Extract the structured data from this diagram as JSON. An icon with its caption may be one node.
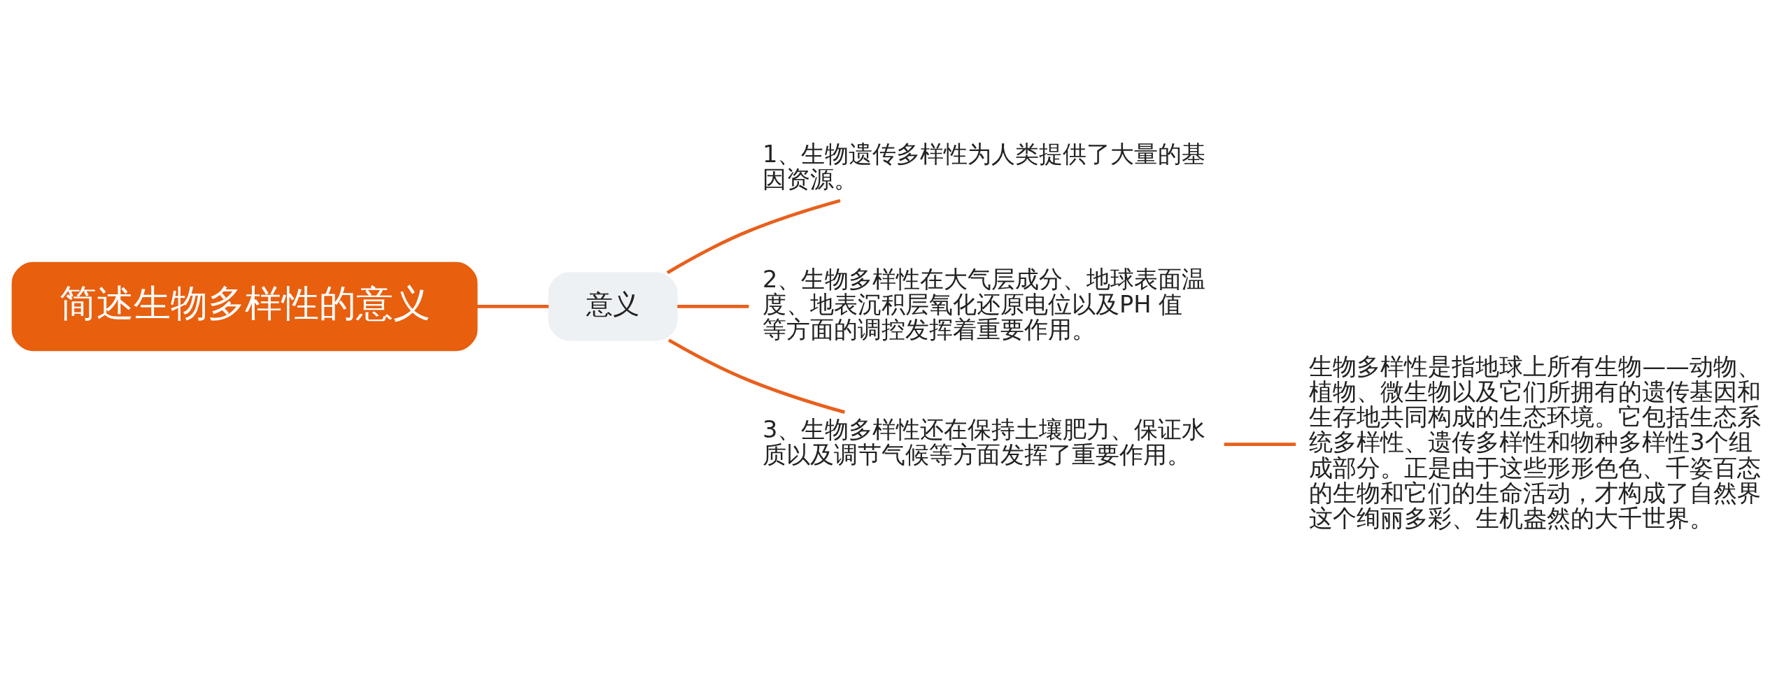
{
  "diagram": {
    "nodes": [
      {
        "text": [
          "简述生物多样性的意义"
        ]
      },
      {
        "text": [
          "意义"
        ]
      },
      {
        "text": [
          "1、生物遗传多样性为人类提供了大量的基因资源。"
        ]
      },
      {
        "text": [
          "2、生物多样性在大气层成分、地球表面温度、地表沉积层氧化还原电位以及PH 值等方面的调控发挥着重要作用。"
        ]
      },
      {
        "text": [
          "3、生物多样性还在保持土壤肥力、保证水质以及调节气候等方面发挥了重要作用。"
        ]
      },
      {
        "text": [
          "生物多样性是指地球上所有生物——动物、植物、微生物以及它们所拥有的遗传基因和生存地共同构成的生态环境。它包括生态系统多样性、遗传多样性和物种多样性3个组成部分。正是由于这些形形色色、千姿百态的生物和它们的生命活动，才构成了自然界这个绚丽多彩、生机盎然的大千世界。"
        ]
      }
    ],
    "edges": [
      {
        "from": 0,
        "to": 1,
        "arrow": "none"
      },
      {
        "from": 1,
        "to": 2,
        "arrow": "none"
      },
      {
        "from": 1,
        "to": 3,
        "arrow": "none"
      },
      {
        "from": 1,
        "to": 4,
        "arrow": "none"
      },
      {
        "from": 4,
        "to": 5,
        "arrow": "none"
      }
    ]
  }
}
